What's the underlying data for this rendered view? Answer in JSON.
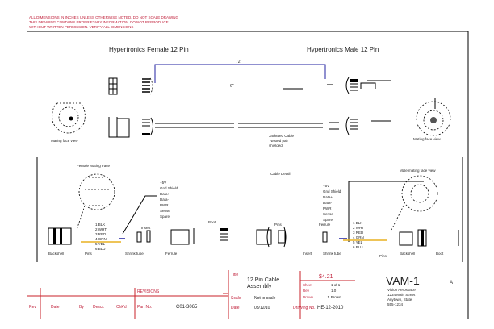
{
  "header_notes": [
    "ALL DIMENSIONS IN INCHES UNLESS OTHERWISE NOTED. DO NOT SCALE DRAWING",
    "THIS DRAWING CONTAINS PROPRIETARY INFORMATION. DO NOT REPRODUCE",
    "WITHOUT WRITTEN PERMISSION. VERIFY ALL DIMENSIONS"
  ],
  "top_view": {
    "female_title": "Hypertronics Female 12 Pin",
    "male_title": "Hypertronics Male 12 Pin",
    "overall_length": "72\"",
    "section_length": "6\"",
    "female_face_label": "Mating face view",
    "male_face_label": "Mating face view",
    "cable_note": [
      "Jacketed Cable",
      "Twisted pair",
      "shielded"
    ]
  },
  "detail_view": {
    "left_face_label": "Female Mating Face",
    "right_face_label": "Male mating face view",
    "center_label": "Cable Detail",
    "left_wires": [
      "1 BLK",
      "2 WHT",
      "3 RED",
      "4 GRN",
      "5 YEL",
      "6 BLU"
    ],
    "left_signals": [
      "+5V",
      "Gnd Shield",
      "Data+",
      "Data-",
      "PWR",
      "Sense",
      "Spare"
    ],
    "right_wires": [
      "1 BLK",
      "2 WHT",
      "3 RED",
      "4 GRN",
      "5 YEL",
      "6 BLU"
    ],
    "right_signals": [
      "+5V",
      "Gnd Shield",
      "Data+",
      "Data-",
      "PWR",
      "Sense",
      "Spare"
    ],
    "left_parts": [
      "Backshell",
      "Pins",
      "Shrink tube",
      "Ferrule",
      "Boot",
      "Insert"
    ],
    "right_parts": [
      "Insert",
      "Pins",
      "Shrink tube",
      "Pins",
      "Ferrule",
      "Backshell",
      "Boot"
    ]
  },
  "title_block": {
    "revisions_label": "REVISIONS",
    "rev_headers": [
      "Rev",
      "Date",
      "By",
      "Descr.",
      "Chk'd",
      "Part No."
    ],
    "part_no": "C01-3065",
    "title_label": "Title",
    "title_lines": [
      "12 Pin Cable",
      "Assembly"
    ],
    "scale_label": "Scale",
    "scale_value": "Not to scale",
    "date_label": "Date",
    "date_value": "08/12/10",
    "price_label": "$4.21",
    "sheet_label": "Sheet",
    "sheet_value": "1 of 1",
    "rev_label": "Rev",
    "rev_value": "1.0",
    "drawn_label": "Drawn",
    "drawn_value": "J. Brown",
    "drawing_no_label": "Drawing No.",
    "drawing_no_value": "HE-12-2010",
    "company": "VAM-1",
    "size": "A",
    "address": [
      "Vision Aerospace",
      "1234 Main Street",
      "Anytown, State",
      "555-1234"
    ]
  },
  "colors": {
    "red": "#c8202a",
    "blue": "#2020a0",
    "yellow": "#e8b020"
  }
}
